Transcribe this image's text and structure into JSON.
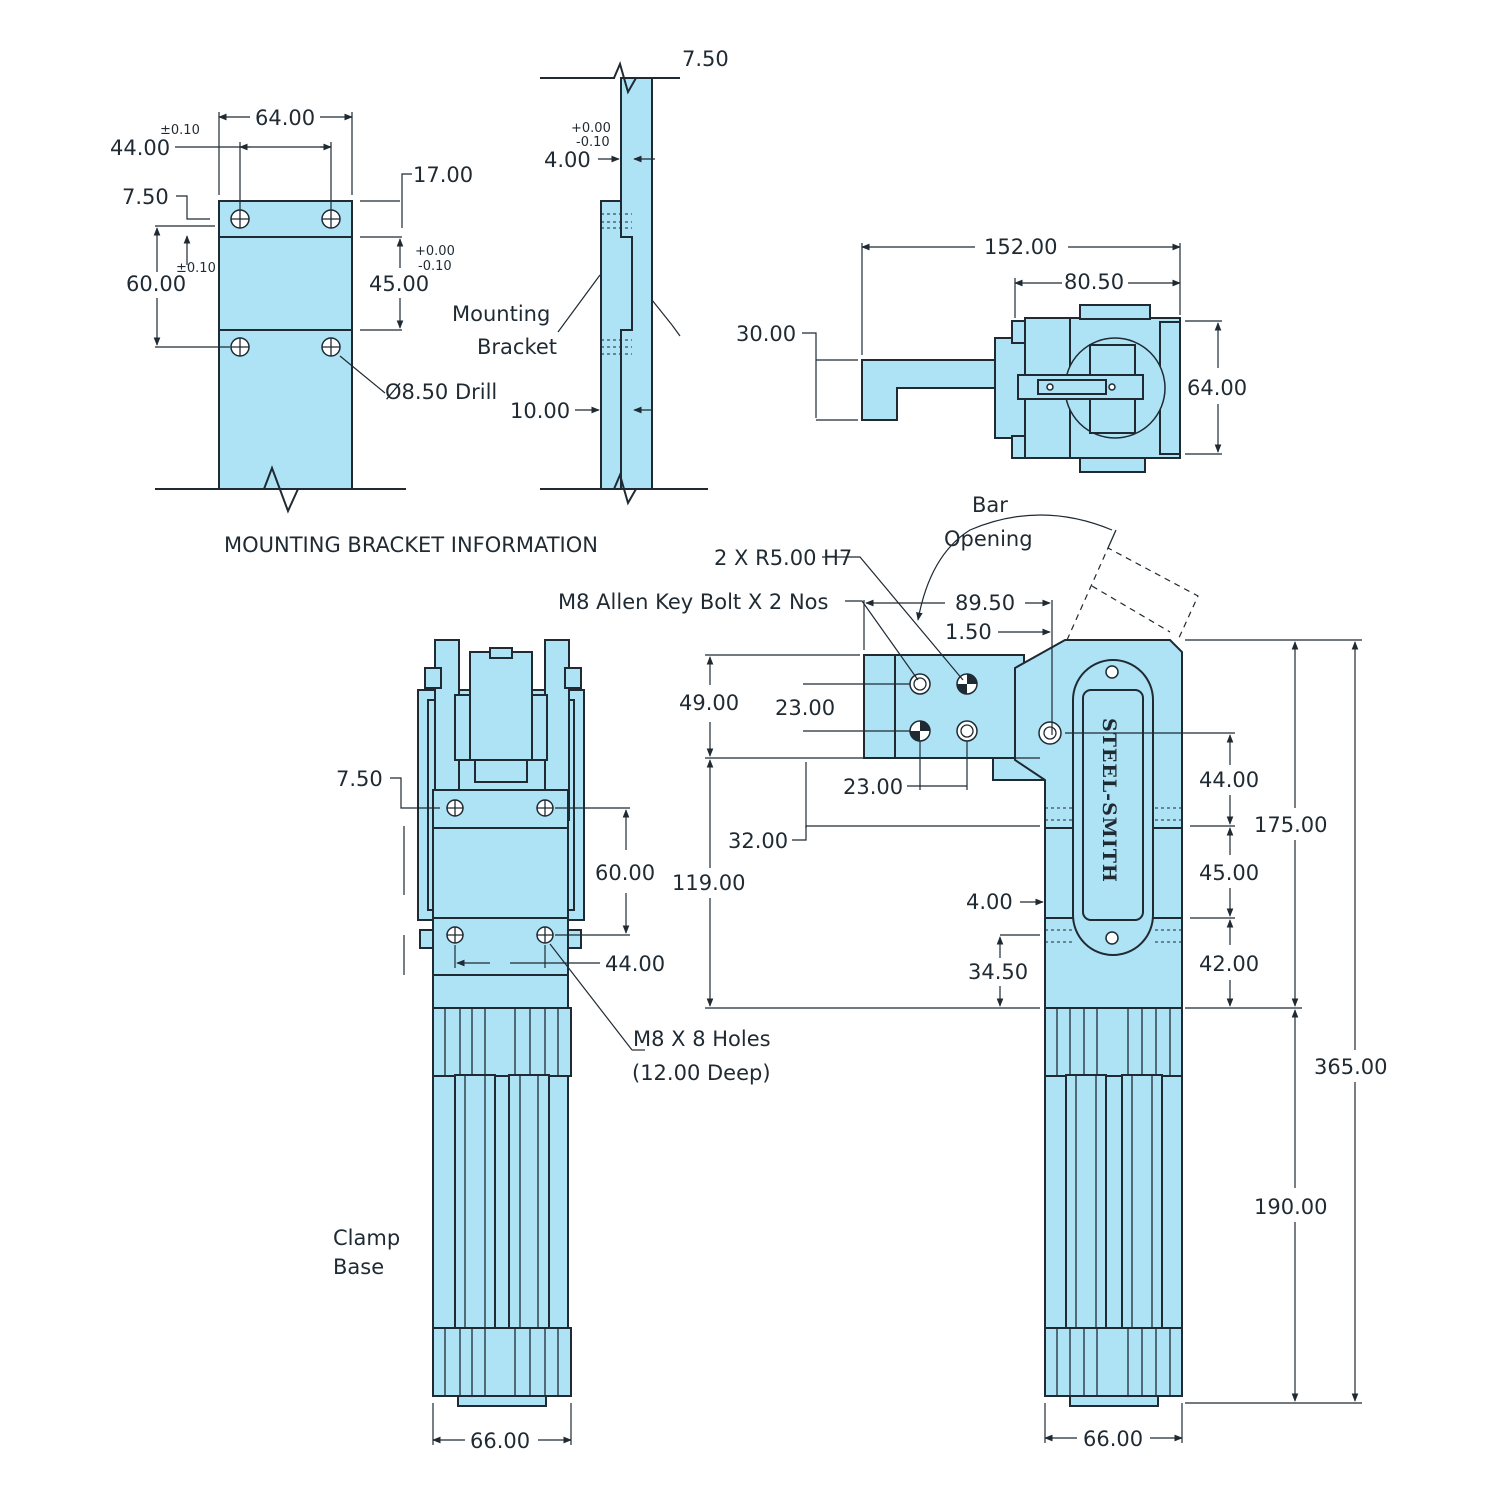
{
  "views": {
    "bracket_front": {
      "dims": {
        "d64": "64.00",
        "d44": "44.00",
        "d44_tol": "±0.10",
        "d7_50": "7.50",
        "d17": "17.00",
        "d60": "60.00",
        "d60_tol": "±0.10",
        "d45": "45.00",
        "d45_tol_plus": "+0.00",
        "d45_tol_minus": "-0.10"
      },
      "drill_label": "Ø8.50 Drill"
    },
    "bracket_side": {
      "dims": {
        "d7_50": "7.50",
        "d4": "4.00",
        "d4_tol_plus": "+0.00",
        "d4_tol_minus": "-0.10",
        "d10": "10.00"
      },
      "label_line1": "Mounting",
      "label_line2": "Bracket"
    },
    "section_title": "MOUNTING BRACKET INFORMATION",
    "top_view": {
      "dims": {
        "d152": "152.00",
        "d80_50": "80.50",
        "d30": "30.00",
        "d64": "64.00"
      }
    },
    "front_view": {
      "dims": {
        "d7_50": "7.50",
        "d60": "60.00",
        "d44": "44.00",
        "d66": "66.00"
      },
      "holes_line1": "M8 X 8 Holes",
      "holes_line2": "(12.00 Deep)",
      "base_line1": "Clamp",
      "base_line2": "Base"
    },
    "side_view": {
      "bar_line1": "Bar",
      "bar_line2": "Opening",
      "r5_label": "2 X R5.00 H7",
      "bolt_label": "M8 Allen Key Bolt X 2 Nos",
      "brand": "STEEL-SMITH",
      "dims": {
        "d89_50": "89.50",
        "d1_50": "1.50",
        "d49": "49.00",
        "d23_v": "23.00",
        "d23_h": "23.00",
        "d32": "32.00",
        "d119": "119.00",
        "d4": "4.00",
        "d34_50": "34.50",
        "d44": "44.00",
        "d175": "175.00",
        "d45": "45.00",
        "d42": "42.00",
        "d365": "365.00",
        "d190": "190.00",
        "d66": "66.00"
      }
    }
  },
  "colors": {
    "part_fill": "#aee3f5",
    "line": "#1f2a33"
  }
}
